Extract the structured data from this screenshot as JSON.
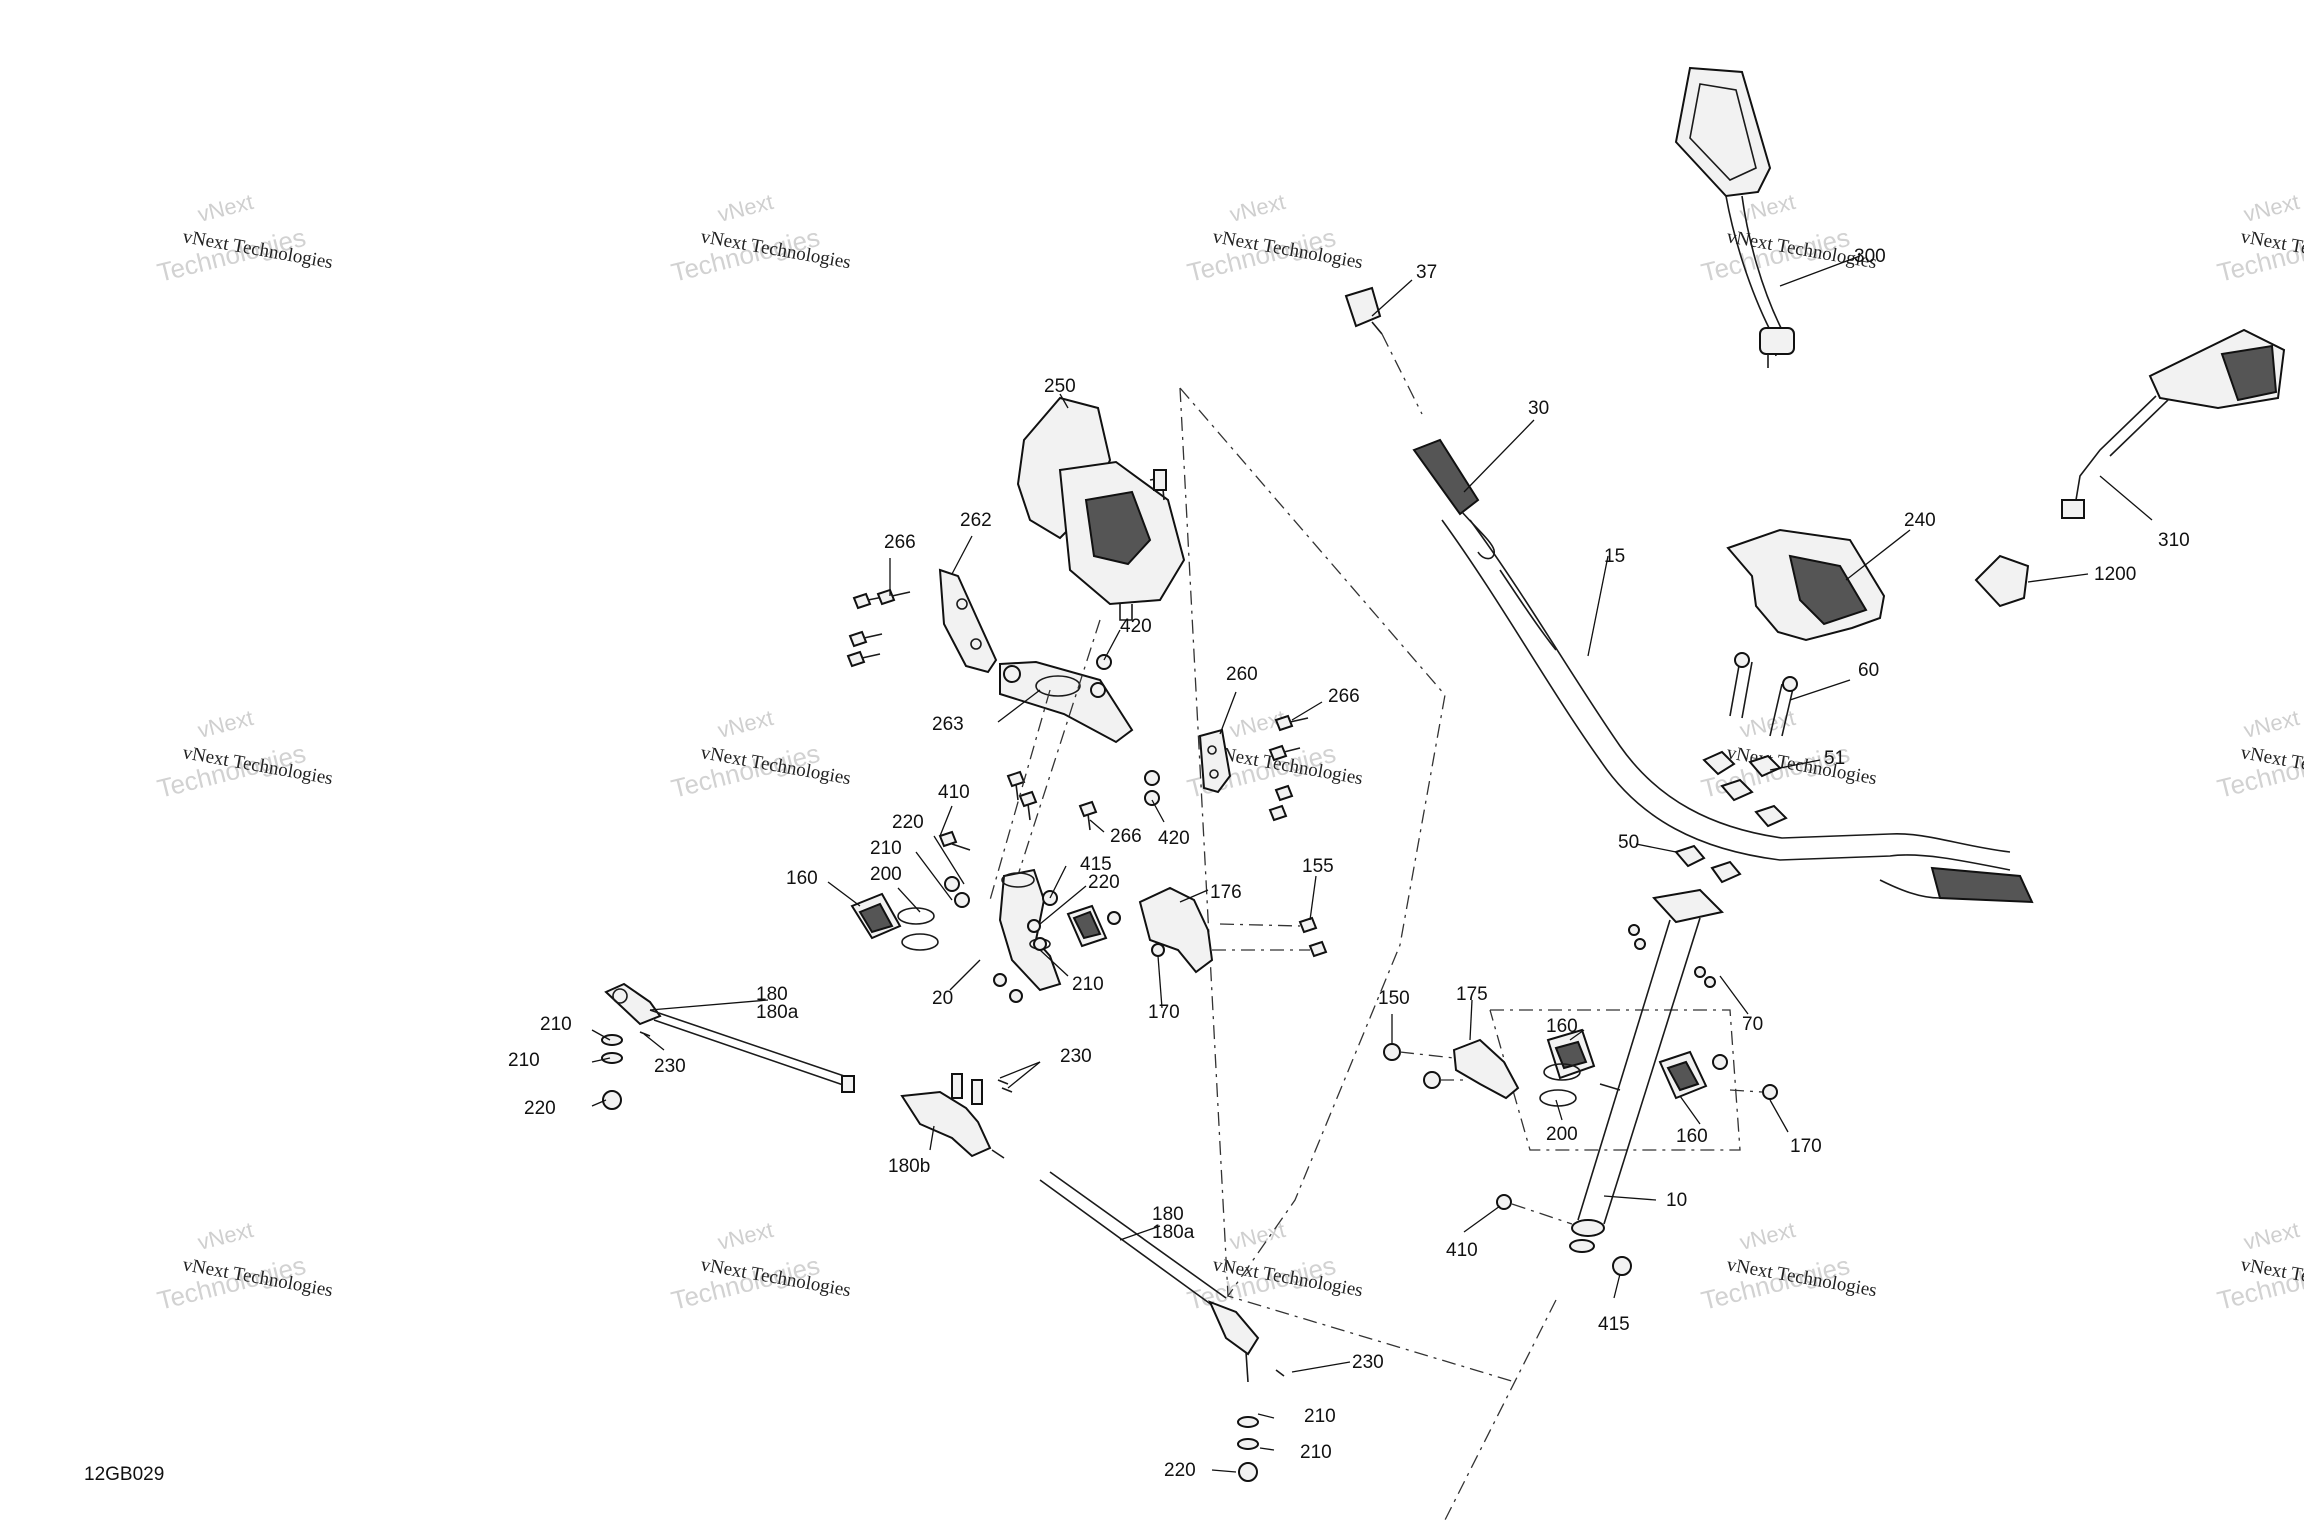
{
  "diagram": {
    "reference_code": "12GB029",
    "watermark": {
      "line1": "vNext Technologies",
      "line2": "Technologies",
      "faint": "vNext"
    },
    "callouts": {
      "c300": "300",
      "c37": "37",
      "c30": "30",
      "c310": "310",
      "c250": "250",
      "c240": "240",
      "c1200": "1200",
      "c15": "15",
      "c262": "262",
      "c266a": "266",
      "c420a": "420",
      "c60": "60",
      "c260": "260",
      "c266b": "266",
      "c263": "263",
      "c51": "51",
      "c410a": "410",
      "c420b": "420",
      "c266c": "266",
      "c220a": "220",
      "c210a": "210",
      "c50": "50",
      "c415a": "415",
      "c155": "155",
      "c160a": "160",
      "c200a": "200",
      "c220b": "220",
      "c176": "176",
      "c210b": "210",
      "c20": "20",
      "c170a": "170",
      "c70": "70",
      "c150": "150",
      "c175": "175",
      "c180a": "180",
      "c180a_sub": "180a",
      "c160b": "160",
      "c210c": "210",
      "c230a": "230",
      "c210d": "210",
      "c230b": "230",
      "c220c": "220",
      "c200b": "200",
      "c160c": "160",
      "c170b": "170",
      "c180b": "180b",
      "c10": "10",
      "c180c": "180",
      "c180c_sub": "180a",
      "c410b": "410",
      "c415b": "415",
      "c230c": "230",
      "c210e": "210",
      "c210f": "210",
      "c220d": "220"
    }
  }
}
